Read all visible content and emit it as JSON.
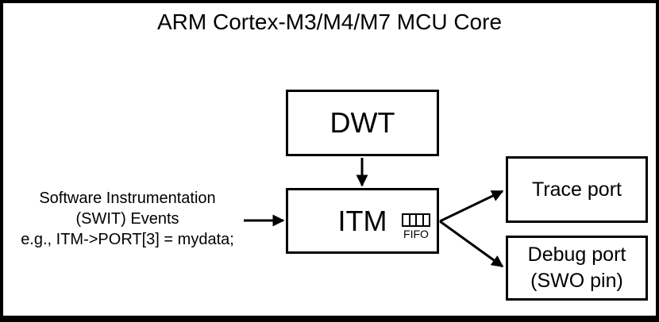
{
  "title": "ARM Cortex-M3/M4/M7 MCU Core",
  "colors": {
    "line": "#000000",
    "background": "#ffffff",
    "text": "#000000"
  },
  "blocks": {
    "dwt": {
      "label": "DWT"
    },
    "itm": {
      "label": "ITM",
      "fifo": {
        "label": "FIFO",
        "cells": 4
      }
    },
    "trace_port": {
      "label": "Trace port"
    },
    "debug_port": {
      "label_line1": "Debug port",
      "label_line2": "(SWO pin)"
    }
  },
  "annotation": {
    "line1": "Software Instrumentation",
    "line2": "(SWIT) Events",
    "line3": "e.g., ITM->PORT[3] = mydata;"
  },
  "connections": [
    {
      "from": "DWT",
      "to": "ITM",
      "type": "arrow"
    },
    {
      "from": "Software Instrumentation (SWIT) Events",
      "to": "ITM",
      "type": "arrow"
    },
    {
      "from": "ITM",
      "to": "Trace port",
      "type": "arrow"
    },
    {
      "from": "ITM",
      "to": "Debug port (SWO pin)",
      "type": "arrow"
    }
  ]
}
